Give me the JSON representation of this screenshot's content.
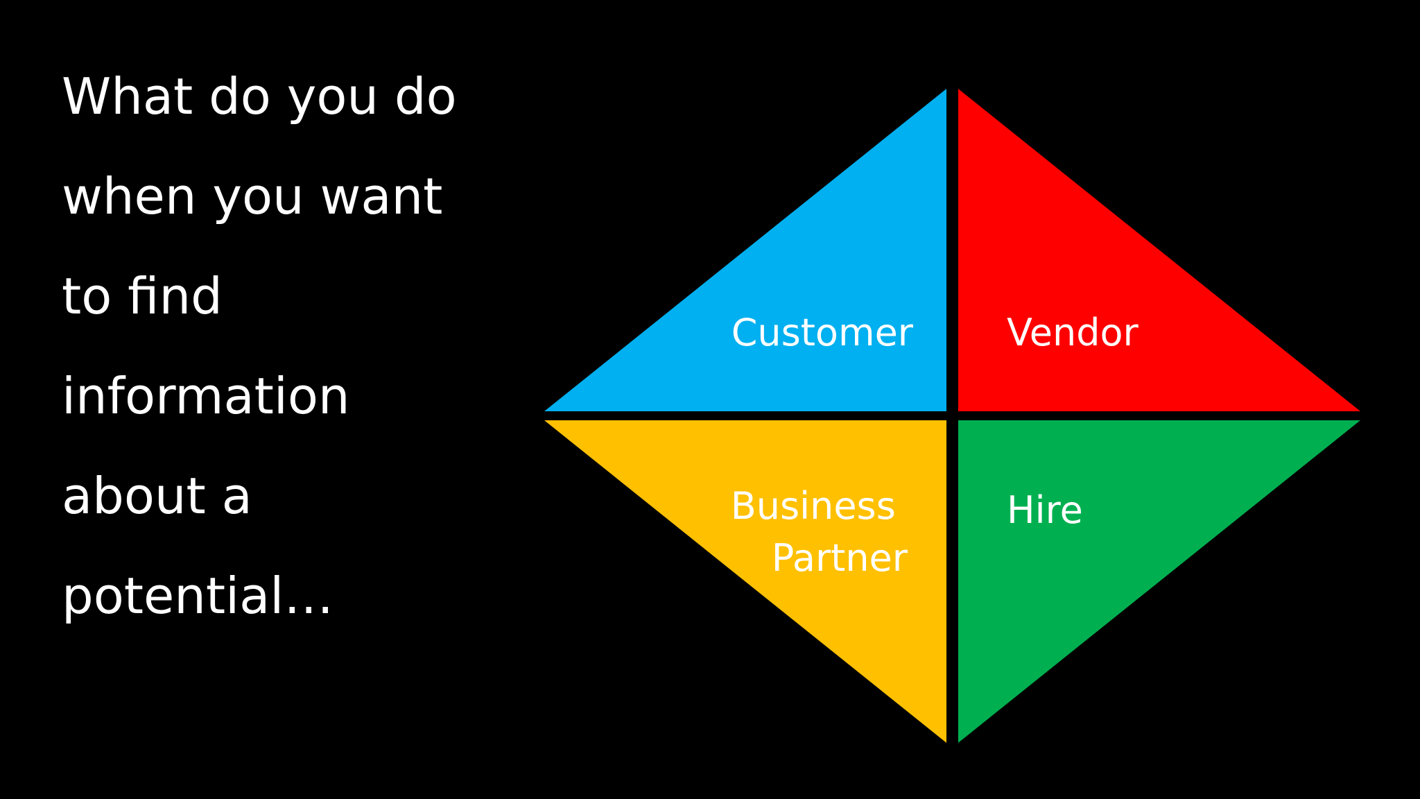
{
  "slide": {
    "background_color": "#000000",
    "question_lines": [
      "What do you do",
      "when you want",
      "to find",
      "information",
      "about a",
      "potential…"
    ]
  },
  "diagram": {
    "quadrants": [
      {
        "id": "customer",
        "label_lines": [
          "Customer"
        ],
        "color": "#00b0f0"
      },
      {
        "id": "vendor",
        "label_lines": [
          "Vendor"
        ],
        "color": "#ff0000"
      },
      {
        "id": "business-partner",
        "label_lines": [
          "Business",
          "Partner"
        ],
        "color": "#ffc000"
      },
      {
        "id": "hire",
        "label_lines": [
          "Hire"
        ],
        "color": "#00b050"
      }
    ]
  }
}
